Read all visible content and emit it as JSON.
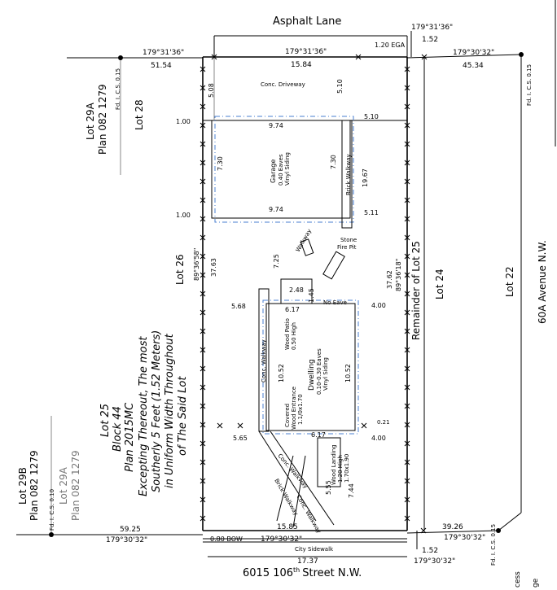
{
  "streets": {
    "top": "Asphalt Lane",
    "bottom": "6015 106",
    "bottom_sup": "th",
    "bottom_suffix": "Street N.W.",
    "right": "60A Avenue N.W."
  },
  "lots": {
    "lot29a_top": "Lot 29A",
    "plan_top": "Plan 082 1279",
    "lot28": "Lot 28",
    "lot26": "Lot 26",
    "remainder25": "Remainder of Lot 25",
    "lot24": "Lot 24",
    "lot22": "Lot 22",
    "lot29b": "Lot 29B",
    "plan29b": "Plan 082 1279",
    "lot29a_bottom": "Lot 29A",
    "plan29a_bottom": "Plan 082 1279"
  },
  "legal": [
    "Lot 25",
    "Block 44",
    "Plan 2015MC",
    "Excepting Thereout, The most",
    "Southerly 5 Feet (1.52 Meters)",
    "in Uniform Width Throughout",
    "of The Said Lot"
  ],
  "bearings": {
    "top_left": "179°31'36\"",
    "top_center": "179°31'36\"",
    "top_right_small": "179°31'36\"",
    "top_right": "179°30'32\"",
    "bottom_left": "179°30'32\"",
    "bottom_center": "179°30'32\"",
    "bottom_right": "179°30'32\"",
    "bottom_right_small": "179°30'32\"",
    "left_side": "89°36'58\"",
    "right_side": "89°36'18\""
  },
  "dims": {
    "top_left_len": "51.54",
    "top_len": "15.84",
    "top_right_len": "45.34",
    "top_offset": "1.52",
    "top_right_gap": "1.20 EGA",
    "bottom_left_len": "59.25",
    "bottom_len": "15.85",
    "bottom_right_len": "39.26",
    "bottom_offset": "1.52",
    "total_len": "17.37",
    "bow": "0.80 BOW",
    "left_side_len": "37.63",
    "right_side_len": "37.62",
    "driveway_left": "5.08",
    "driveway_right": "5.10",
    "garage_left_setback": "1.00",
    "garage_width": "9.74",
    "garage_right_setback": "5.10",
    "garage_depth_left": "7.30",
    "garage_depth_right": "7.30",
    "brick_len": "19.67",
    "garage_bottom_left": "1.00",
    "garage_bottom_width": "9.74",
    "garage_bottom_right": "5.11",
    "walkway_gap": "7.25",
    "patio_width": "2.48",
    "patio_depth": "1.45",
    "house_left_setback": "5.68",
    "house_width": "6.17",
    "house_right_setback": "4.00",
    "house_depth_left": "10.52",
    "house_depth_right": "10.52",
    "front_left": "5.65",
    "front_width": "6.17",
    "front_right": "4.00",
    "front_gap": "0.21",
    "front_setback_a": "5.55",
    "front_setback_b": "7.44"
  },
  "notes": {
    "driveway": "Conc. Driveway",
    "garage_1": "Garage",
    "garage_2": "0.40 Eaves",
    "garage_3": "Vinyl Siding",
    "brick_walkway": "Brick Walkway",
    "walkway": "Walkway",
    "stone_1": "Stone",
    "stone_2": "Fire Pit",
    "no_eave": "No Eave",
    "patio_1": "Wood Patio",
    "patio_2": "0.50 High",
    "dwelling_1": "Dwelling",
    "dwelling_2": "0.10-0.30 Eaves",
    "dwelling_3": "Vinyl Siding",
    "conc_walkway": "Conc. Walkway",
    "covered_1": "Covered",
    "covered_2": "Wood Entrance",
    "covered_3": "1.1/0x1.70",
    "landing_1": "Wood Landing",
    "landing_2": "1.20 High",
    "landing_3": "1.70x1.90",
    "conc_walkway_diag": "Conc. Walkway",
    "brick_walkway_diag": "Brick Walkway",
    "brick_walkway_diag2": "Conc. Walkway",
    "city_sidewalk": "City Sidewalk",
    "pin_tl": "Fd. I. C.S. 0.15",
    "pin_tr": "Fd. I. C.S. 0.15",
    "pin_bl": "Fd. I. C.S. 0.10",
    "pin_br": "Fd. I. C.S. 0.15",
    "cut_1": "cess",
    "cut_2": "ge"
  }
}
